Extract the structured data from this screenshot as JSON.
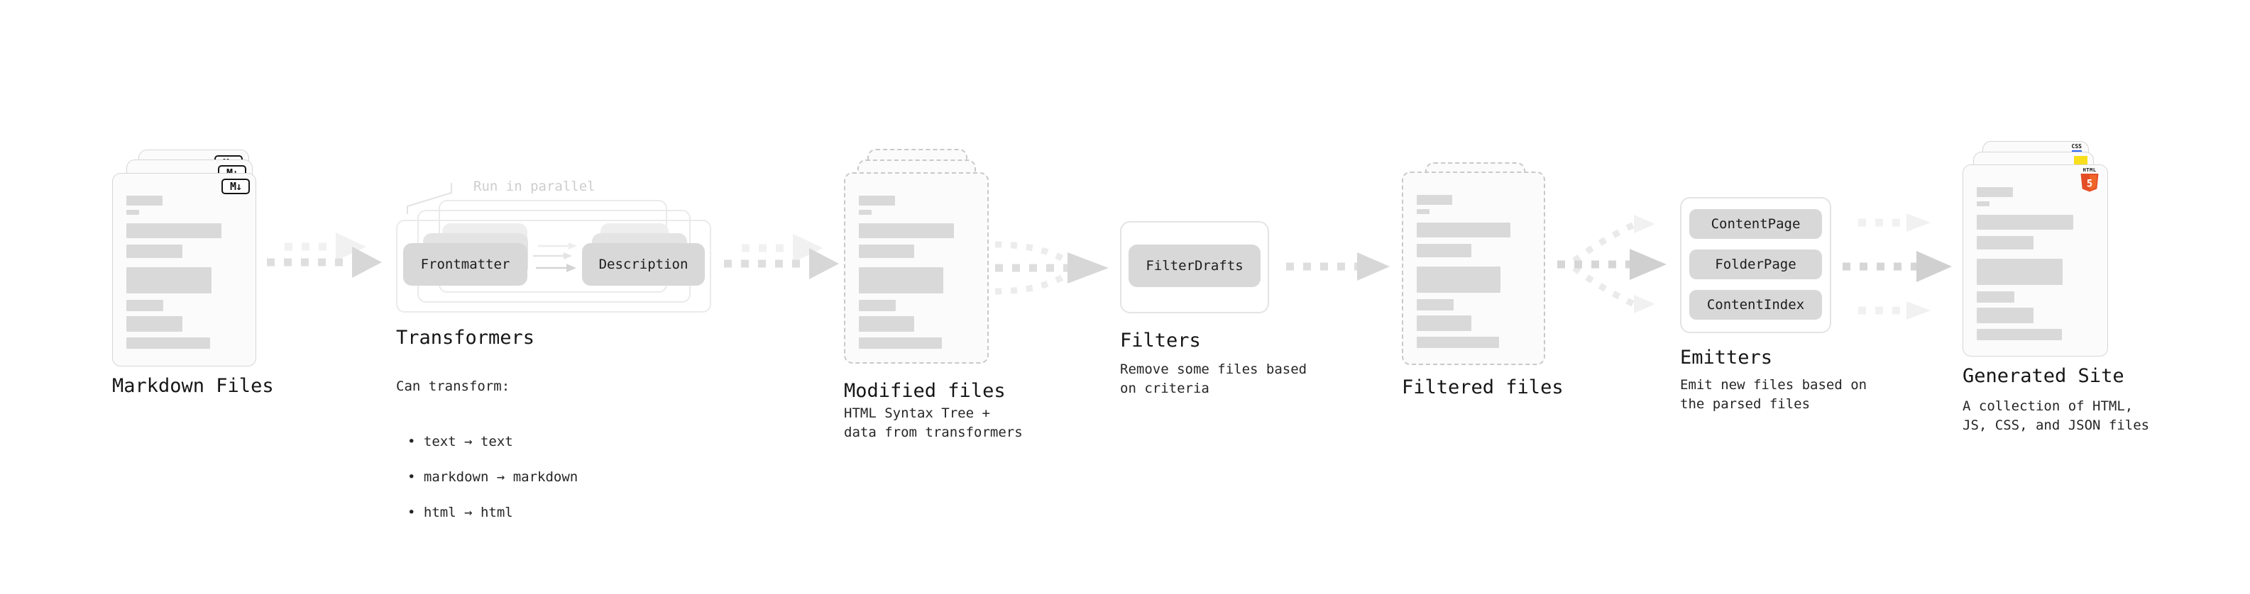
{
  "stages": {
    "markdown": {
      "title": "Markdown Files",
      "badge": "M↓"
    },
    "transformers": {
      "title": "Transformers",
      "annotation": "Run in parallel",
      "pill_left": "Frontmatter",
      "pill_right": "Description",
      "desc_heading": "Can transform:",
      "bullets": [
        "• text → text",
        "• markdown → markdown",
        "• html → html"
      ]
    },
    "modified": {
      "title": "Modified files",
      "desc": "HTML Syntax Tree +\ndata from transformers"
    },
    "filters": {
      "title": "Filters",
      "pill": "FilterDrafts",
      "desc": "Remove some files based\non criteria"
    },
    "filtered": {
      "title": "Filtered files"
    },
    "emitters": {
      "title": "Emitters",
      "pills": [
        "ContentPage",
        "FolderPage",
        "ContentIndex"
      ],
      "desc": "Emit new files based on\nthe parsed files"
    },
    "generated": {
      "title": "Generated Site",
      "desc": "A collection of HTML,\nJS, CSS, and JSON files",
      "icons": {
        "html_label": "HTML",
        "html_number": "5",
        "css_label": "CSS"
      }
    }
  },
  "colors": {
    "bar": "#d9d9d9",
    "pill": "#d8d8d8",
    "arrow": "#dedede",
    "arrow_head": "#d7d7d7",
    "arrow_faint": "#f1f1f1",
    "title_text": "#161616",
    "subtitle_text": "#262626",
    "annotation_text": "#cdcdcd",
    "doc_fill": "#fbfbfb",
    "doc_border": "#d6d6d6",
    "dash_border": "#c9c9c9",
    "card_border": "#eaeaea",
    "panel_border": "#e4e4e4",
    "md": "#151515",
    "html5": "#e44d26",
    "html5_light": "#f16529",
    "js": "#f7df1e",
    "css": "#2965f1"
  }
}
